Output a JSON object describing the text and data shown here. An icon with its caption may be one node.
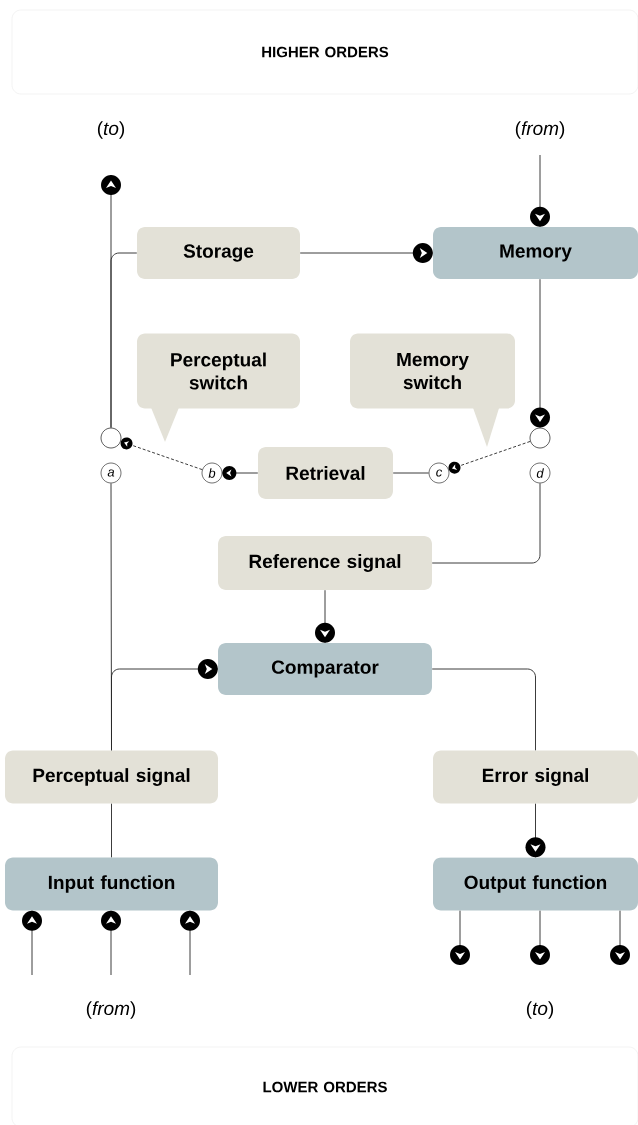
{
  "diagram": {
    "nodes": [
      {
        "text": [
          "HIGHER ORDERS"
        ]
      },
      {
        "text": [
          "Storage"
        ]
      },
      {
        "text": [
          "Memory"
        ]
      },
      {
        "text": [
          "Perceptual switch"
        ]
      },
      {
        "text": [
          "Memory switch"
        ]
      },
      {
        "text": [],
        "shape": "circle"
      },
      {
        "text": [],
        "shape": "circle"
      },
      {
        "text": [
          "a"
        ]
      },
      {
        "text": [
          "b"
        ]
      },
      {
        "text": [
          "Retrieval"
        ]
      },
      {
        "text": [
          "c"
        ]
      },
      {
        "text": [
          "d"
        ]
      },
      {
        "text": [
          "Reference signal"
        ]
      },
      {
        "text": [
          "Comparator"
        ]
      },
      {
        "text": [
          "Perceptual signal"
        ]
      },
      {
        "text": [
          "Error signal"
        ]
      },
      {
        "text": [
          "Input function"
        ]
      },
      {
        "text": [
          "Output function"
        ]
      },
      {
        "text": [
          "LOWER ORDERS"
        ]
      }
    ],
    "edges": [
      {
        "from": 14,
        "to": 7,
        "arrow": "none"
      },
      {
        "from": 14,
        "to": 13,
        "arrow": "to"
      },
      {
        "from": 5,
        "to": null,
        "arrow": "to"
      },
      {
        "from": 5,
        "to": 1,
        "arrow": "none"
      },
      {
        "from": 1,
        "to": 2,
        "arrow": "to"
      },
      {
        "from": null,
        "to": 2,
        "arrow": "to"
      },
      {
        "from": 2,
        "to": 6,
        "arrow": "to"
      },
      {
        "from": 6,
        "to": 10,
        "arrow": "to",
        "style": "dashed"
      },
      {
        "from": 9,
        "to": 10,
        "arrow": "none"
      },
      {
        "from": 9,
        "to": 8,
        "arrow": "to"
      },
      {
        "from": 8,
        "to": 5,
        "arrow": "to",
        "style": "dashed"
      },
      {
        "from": 11,
        "to": 12,
        "arrow": "none"
      },
      {
        "from": 12,
        "to": 13,
        "arrow": "to"
      },
      {
        "from": 13,
        "to": 15,
        "arrow": "none"
      },
      {
        "from": 15,
        "to": 17,
        "arrow": "to"
      },
      {
        "from": 16,
        "to": 14,
        "arrow": "none"
      },
      {
        "from": null,
        "to": 16,
        "arrow": "to"
      },
      {
        "from": null,
        "to": 16,
        "arrow": "to"
      },
      {
        "from": null,
        "to": 16,
        "arrow": "to"
      },
      {
        "from": 17,
        "to": null,
        "arrow": "to"
      },
      {
        "from": 17,
        "to": null,
        "arrow": "to"
      },
      {
        "from": 17,
        "to": null,
        "arrow": "to"
      }
    ],
    "labels": [
      "(*to*)",
      "(*from*)",
      "(*from*)",
      "(*to*)"
    ]
  }
}
